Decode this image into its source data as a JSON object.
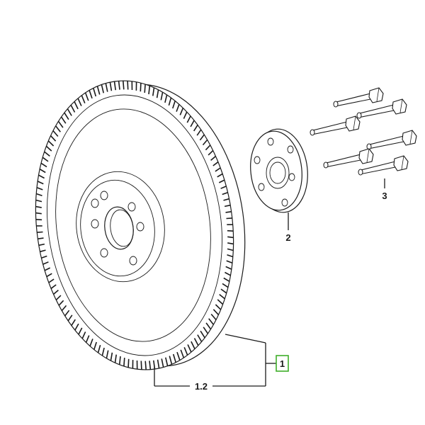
{
  "callouts": {
    "flywheel_assembly": "1",
    "ring_gear": "1.2",
    "flange": "2",
    "bolt": "3"
  },
  "highlight_color": "#3fae2a"
}
